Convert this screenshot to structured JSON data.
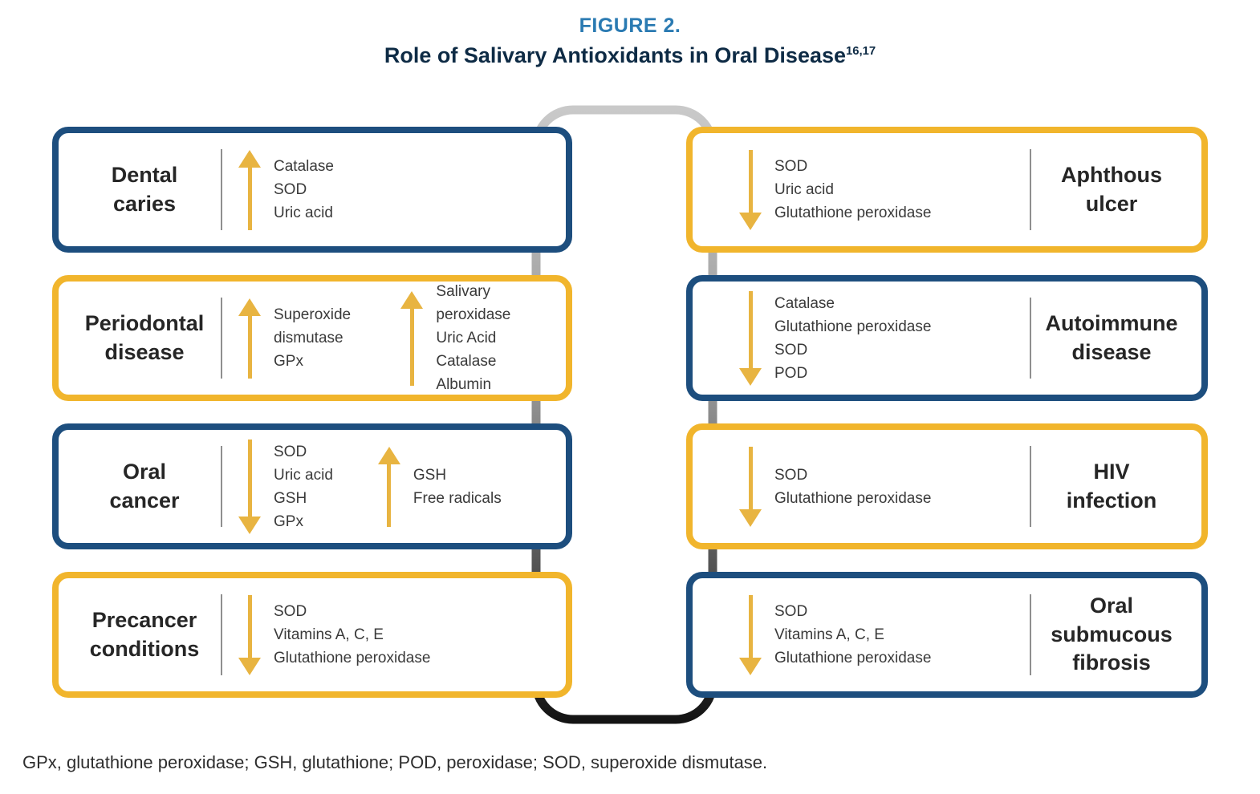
{
  "figure": {
    "label": "FIGURE 2.",
    "title": "Role of Salivary Antioxidants in Oral Disease",
    "title_sup": "16,17"
  },
  "colors": {
    "navy": "#1d4e7e",
    "gold": "#f1b52c",
    "arrow": "#e8b441",
    "label_text": "#262626",
    "item_text": "#3a3a3a",
    "figure_label": "#2a7ab2",
    "figure_title": "#0e2b45",
    "divider": "#8f8f8f",
    "spine_top": "#c9c9c9",
    "spine_mid": "#979797",
    "spine_dark": "#4d4d4d",
    "spine_bottom": "#141414"
  },
  "left_boxes": [
    {
      "label": "Dental\ncaries",
      "border": "navy",
      "groups": [
        {
          "direction": "up",
          "items": [
            "Catalase",
            "SOD",
            "Uric acid"
          ]
        }
      ]
    },
    {
      "label": "Periodontal\ndisease",
      "border": "gold",
      "groups": [
        {
          "direction": "up",
          "narrow": true,
          "items": [
            "Superoxide dismutase",
            "GPx"
          ]
        },
        {
          "direction": "up",
          "items": [
            "Salivary peroxidase",
            "Uric Acid",
            "Catalase",
            "Albumin"
          ]
        }
      ]
    },
    {
      "label": "Oral\ncancer",
      "border": "navy",
      "groups": [
        {
          "direction": "down",
          "items": [
            "SOD",
            "Uric acid",
            "GSH",
            "GPx"
          ]
        },
        {
          "direction": "up",
          "items": [
            "GSH",
            "Free radicals"
          ]
        }
      ]
    },
    {
      "label": "Precancer\nconditions",
      "border": "gold",
      "groups": [
        {
          "direction": "down",
          "items": [
            "SOD",
            "Vitamins A, C, E",
            "Glutathione peroxidase"
          ]
        }
      ]
    }
  ],
  "right_boxes": [
    {
      "label": "Aphthous\nulcer",
      "border": "gold",
      "groups": [
        {
          "direction": "down",
          "items": [
            "SOD",
            "Uric acid",
            "Glutathione peroxidase"
          ]
        }
      ]
    },
    {
      "label": "Autoimmune\ndisease",
      "border": "navy",
      "groups": [
        {
          "direction": "down",
          "items": [
            "Catalase",
            "Glutathione peroxidase",
            "SOD",
            "POD"
          ]
        }
      ]
    },
    {
      "label": "HIV\ninfection",
      "border": "gold",
      "groups": [
        {
          "direction": "down",
          "items": [
            "SOD",
            "Glutathione peroxidase"
          ]
        }
      ]
    },
    {
      "label": "Oral\nsubmucous\nfibrosis",
      "border": "navy",
      "groups": [
        {
          "direction": "down",
          "items": [
            "SOD",
            "Vitamins A, C, E",
            "Glutathione peroxidase"
          ]
        }
      ]
    }
  ],
  "footnote": "GPx, glutathione peroxidase; GSH, glutathione; POD, peroxidase; SOD, superoxide dismutase."
}
